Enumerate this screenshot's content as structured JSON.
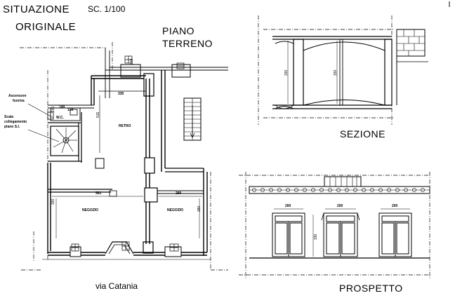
{
  "title": {
    "line1": "SITUAZIONE",
    "scale": "SC. 1/100",
    "line2": "ORIGINALE"
  },
  "plan": {
    "heading_line1": "PIANO",
    "heading_line2": "TERRENO",
    "street": "via Catania",
    "rooms": {
      "retro": "RETRO",
      "negozio_left": "NEGOZIO",
      "negozio_right": "NEGOZIO",
      "wc": "W.C."
    },
    "notes": {
      "note1_line1": "Ascensore",
      "note1_line2": "fuorisa",
      "note2_line1": "Scala",
      "note2_line2": "collegamento",
      "note2_line3": "piano S.I."
    },
    "dims": {
      "d1": "140",
      "d2": "150",
      "d3": "330",
      "d4": "515",
      "d5": "561",
      "d6": "280",
      "d7": "330",
      "d8": "280",
      "d9": "240",
      "d10": "150"
    }
  },
  "section": {
    "label": "SEZIONE",
    "dims": {
      "h1": "330",
      "h2": "330"
    }
  },
  "elevation": {
    "label": "PROSPETTO",
    "dims": {
      "w1": "200",
      "w2": "200",
      "w3": "200",
      "h": "330"
    }
  }
}
